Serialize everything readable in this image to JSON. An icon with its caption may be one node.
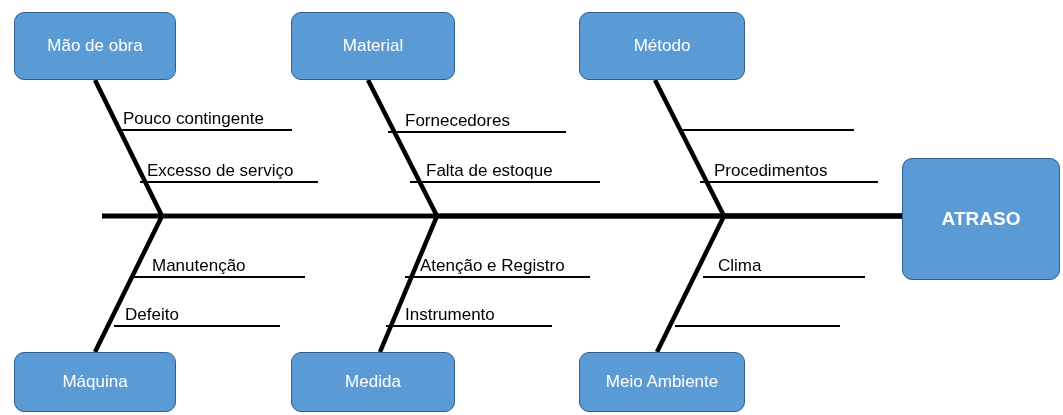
{
  "diagram": {
    "nodes": [
      {
        "text": [
          "Mão de obra"
        ]
      },
      {
        "text": [
          "Material"
        ]
      },
      {
        "text": [
          "Método"
        ]
      },
      {
        "text": [
          "ATRASO"
        ]
      },
      {
        "text": [
          "Máquina"
        ]
      },
      {
        "text": [
          "Medida"
        ]
      },
      {
        "text": [
          "Meio Ambiente"
        ]
      }
    ],
    "edges": [
      {
        "from": 0,
        "to": 3,
        "arrow": "none"
      },
      {
        "from": 1,
        "to": 3,
        "arrow": "none"
      },
      {
        "from": 2,
        "to": 3,
        "arrow": "none"
      },
      {
        "from": 4,
        "to": 3,
        "arrow": "none"
      },
      {
        "from": 5,
        "to": 3,
        "arrow": "none"
      },
      {
        "from": 6,
        "to": 3,
        "arrow": "none"
      }
    ],
    "labels": [
      "Pouco contingente",
      "Fornecedores",
      "Excesso de serviço",
      "Falta de estoque",
      "Procedimentos",
      "Manutenção",
      "Atenção e Registro",
      "Clima",
      "Defeito",
      "Instrumento"
    ]
  }
}
